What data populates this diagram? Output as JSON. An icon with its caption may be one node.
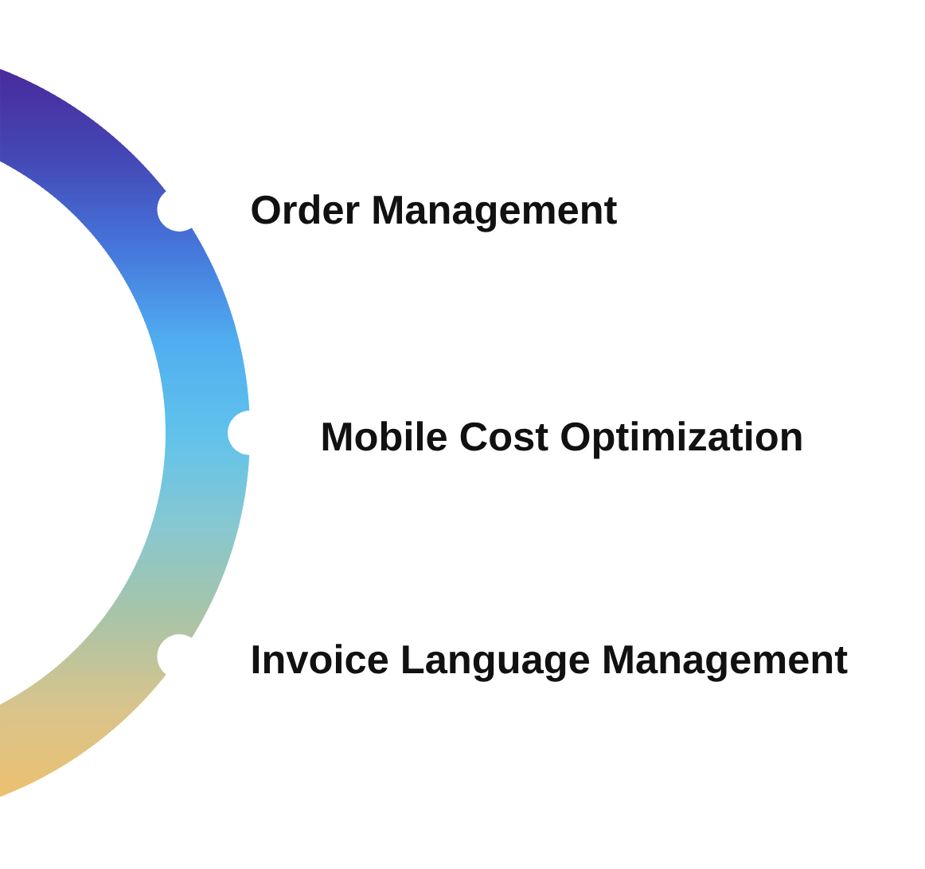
{
  "diagram": {
    "labels": [
      "Order Management",
      "Mobile Cost Optimization",
      "Invoice Language Management"
    ]
  }
}
